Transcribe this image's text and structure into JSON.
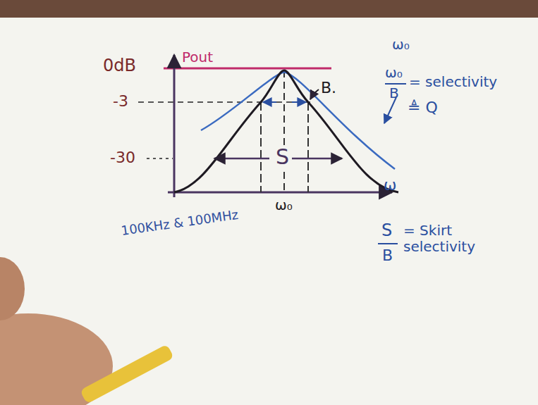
{
  "diagram": {
    "labels": [
      "0dB",
      "Pout",
      "-3",
      "-30",
      "S",
      "B.",
      "ω₀",
      "ω",
      "100KHz & 100MHz",
      "ω₀",
      "ω₀",
      "B",
      "= selectivity",
      "≜ Q",
      "S",
      "B",
      "= Skirt selectivity"
    ]
  }
}
